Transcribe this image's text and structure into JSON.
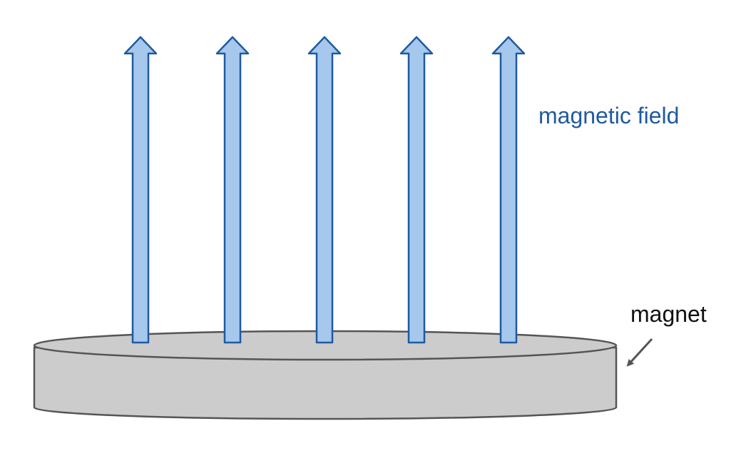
{
  "labels": {
    "field": "magnetic field",
    "magnet": "magnet"
  },
  "colors": {
    "field_text": "#1F5AA0",
    "magnet_text": "#111111",
    "arrow_fill": "#A5C8EC",
    "arrow_stroke": "#1F5AA0",
    "magnet_fill": "#CCCCCC",
    "magnet_stroke": "#555555",
    "pointer": "#555555"
  },
  "field_arrows": {
    "count": 5,
    "direction": "up"
  }
}
